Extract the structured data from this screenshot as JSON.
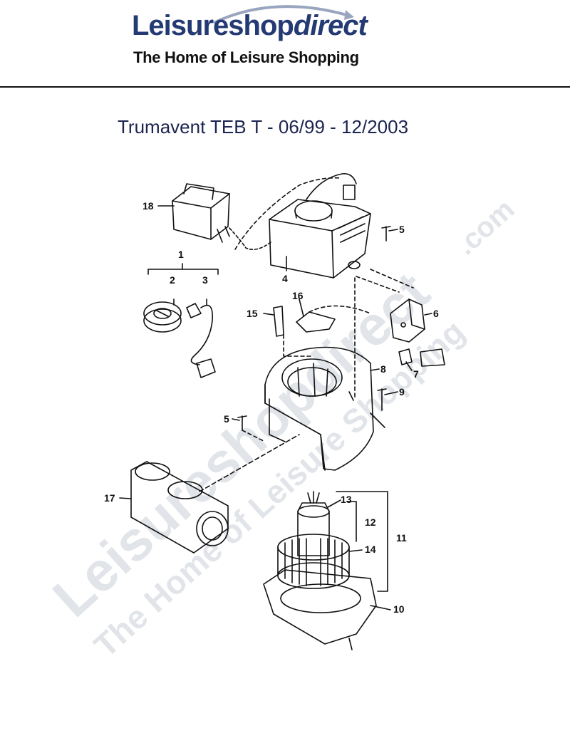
{
  "header": {
    "brand_main": "Leisureshop",
    "brand_italic": "direct",
    "tagline": "The Home of Leisure Shopping"
  },
  "title": "Trumavent TEB T - 06/99 - 12/2003",
  "watermark": {
    "line1": "Leisureshopdirect",
    "line1_suffix": ".com",
    "line2": "The Home of Leisure Shopping"
  },
  "parts": {
    "p1": "1",
    "p2": "2",
    "p3": "3",
    "p4": "4",
    "p5a": "5",
    "p5b": "5",
    "p6": "6",
    "p7": "7",
    "p8": "8",
    "p9": "9",
    "p10": "10",
    "p11": "11",
    "p12": "12",
    "p13": "13",
    "p14": "14",
    "p15": "15",
    "p16": "16",
    "p17": "17",
    "p18": "18"
  },
  "colors": {
    "brand": "#243a73",
    "title": "#1c2450",
    "line": "#111111",
    "watermark": "#c9ced6"
  }
}
